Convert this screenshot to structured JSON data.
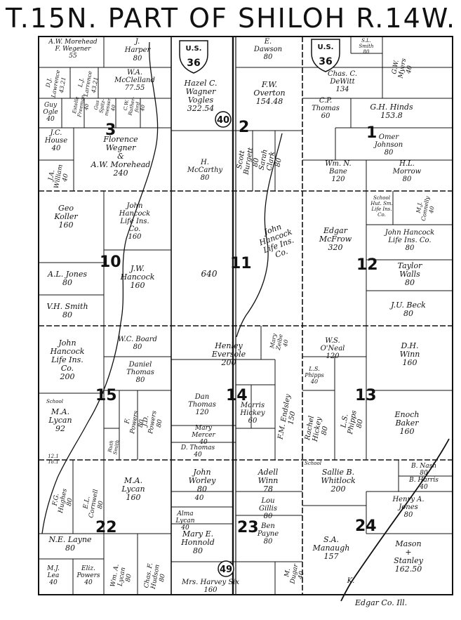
{
  "title": "T.15N. PART OF SHILOH R.14W.",
  "shields": {
    "us_route": "36",
    "us_label": "U.S."
  },
  "route_markers": [
    "40",
    "49"
  ],
  "sections": [
    "3",
    "2",
    "1",
    "10",
    "11",
    "12",
    "15",
    "14",
    "13",
    "22",
    "23",
    "24"
  ],
  "footer": "Edgar Co. Ill.",
  "owners": {
    "a": [
      "A.W. Morehead",
      "F. Wegener",
      "55"
    ],
    "b": [
      "J.",
      "Harper",
      "80"
    ],
    "c": [
      "D.J.",
      "Lawrence",
      "43.21"
    ],
    "d": [
      "L.J.",
      "Larrence",
      "43.21"
    ],
    "e": [
      "W.A.",
      "McClelland",
      "77.55"
    ],
    "f": [
      "Guy",
      "Ogle",
      "40"
    ],
    "g": [
      "Estelle",
      "Freeman",
      "40"
    ],
    "h": [
      "Gus",
      "Spitz-",
      "messer",
      "40"
    ],
    "i": [
      "C.W.",
      "Ruther-",
      "ford",
      "40"
    ],
    "j": [
      "J.C.",
      "House",
      "40"
    ],
    "k": [
      "J.A.",
      "William",
      "40"
    ],
    "l": [
      "Florence",
      "Wegner",
      "&",
      "A.W. Morehead",
      "240"
    ],
    "m": [
      "Hazel C.",
      "Wagner",
      "Vogles",
      "322.54"
    ],
    "n": [
      "E.",
      "Dawson",
      "80"
    ],
    "o": [
      "F.W.",
      "Overton",
      "154.48"
    ],
    "p": [
      "H.",
      "McCarthy",
      "80"
    ],
    "q": [
      "Scott",
      "Burgett",
      "80"
    ],
    "r": [
      "Sarah",
      "Clark",
      "80"
    ],
    "s": [
      "S.L.",
      "Smith",
      "80"
    ],
    "t": [
      "Chas. C.",
      "DeWitt",
      "134"
    ],
    "u": [
      "G.W.",
      "Myers",
      "40"
    ],
    "v": [
      "C.P.",
      "Thomas",
      "60"
    ],
    "w": [
      "G.H. Hinds",
      "153.8"
    ],
    "x": [
      "Omer",
      "Johnson",
      "80"
    ],
    "y": [
      "Wm. N.",
      "Bane",
      "120"
    ],
    "z": [
      "H.L.",
      "Morrow",
      "80"
    ],
    "aa": [
      "Geo",
      "Koller",
      "160"
    ],
    "ab": [
      "John",
      "Hancock",
      "Life Ins.",
      "Co.",
      "160"
    ],
    "ac": [
      "A.L. Jones",
      "80"
    ],
    "ad": [
      "J.W.",
      "Hancock",
      "160"
    ],
    "ae": [
      "V.H. Smith",
      "80"
    ],
    "af": [
      "640"
    ],
    "ag": [
      "John",
      "Hancock",
      "Life Ins.",
      "Co."
    ],
    "ah": [
      "Edgar",
      "McFrow",
      "320"
    ],
    "ai": [
      "School",
      "Hut. Sm.",
      "Life Ins.",
      "Co."
    ],
    "aj": [
      "M.J.",
      "Connelly",
      "40"
    ],
    "ak": [
      "John Hancock",
      "Life Ins. Co.",
      "80"
    ],
    "al": [
      "Taylor",
      "Walls",
      "80"
    ],
    "am": [
      "J.U. Beck",
      "80"
    ],
    "an": [
      "John",
      "Hancock",
      "Life Ins.",
      "Co.",
      "200"
    ],
    "ao": [
      "W.C. Board",
      "80"
    ],
    "ap": [
      "Daniel",
      "Thomas",
      "80"
    ],
    "aq": [
      "School"
    ],
    "ar": [
      "M.A.",
      "Lycan",
      "92"
    ],
    "as": [
      "Ruth",
      "Smith"
    ],
    "at": [
      "F.",
      "Powers",
      "80"
    ],
    "au": [
      "J.D.",
      "Powers",
      "80"
    ],
    "av": [
      "Henley",
      "Eversole",
      "200"
    ],
    "aw": [
      "Mary",
      "Zeibe",
      "40"
    ],
    "ax": [
      "Dan",
      "Thomas",
      "120"
    ],
    "ay": [
      "Morris",
      "Hickey",
      "60"
    ],
    "az": [
      "Mary",
      "Mercer",
      "40"
    ],
    "ba": [
      "D. Thomas",
      "40"
    ],
    "bb": [
      "F.M. Endsley",
      "150"
    ],
    "bc": [
      "W.S.",
      "O'Neal",
      "120"
    ],
    "bd": [
      "D.H.",
      "Winn",
      "160"
    ],
    "be": [
      "L.S.",
      "Phipps",
      "40"
    ],
    "bf": [
      "Rachel",
      "Hickey",
      "80"
    ],
    "bg": [
      "L.S.",
      "Phipps",
      "80"
    ],
    "bh": [
      "Enoch",
      "Baker",
      "160"
    ],
    "bi": [
      "12.1",
      "18.1"
    ],
    "bj": [
      "F.G.",
      "Hughes",
      "80"
    ],
    "bk": [
      "E.L.",
      "Cornwell",
      "80"
    ],
    "bl": [
      "M.A.",
      "Lycan",
      "160"
    ],
    "bm": [
      "N.E. Layne",
      "80"
    ],
    "bn": [
      "M.J.",
      "Lea",
      "40"
    ],
    "bo": [
      "Eliz.",
      "Powers",
      "40"
    ],
    "bp": [
      "Wm. A.",
      "Lycan",
      "80"
    ],
    "bq": [
      "Chas. F.",
      "Hudson",
      "80"
    ],
    "br": [
      "John",
      "Worley",
      "80"
    ],
    "bs": [
      "40"
    ],
    "bt": [
      "Alma",
      "Lycan",
      "40"
    ],
    "bu": [
      "Mary E.",
      "Honnold",
      "80"
    ],
    "bv": [
      "Mrs. Harvey Six",
      "160"
    ],
    "bw": [
      "Adell",
      "Winn",
      "78"
    ],
    "bx": [
      "Lou",
      "Gillis",
      "80"
    ],
    "by": [
      "Ben",
      "Payne",
      "80"
    ],
    "bz": [
      "M.",
      "Dugar",
      "40"
    ],
    "ca": [
      "School"
    ],
    "cb": [
      "Sallie B.",
      "Whitlock",
      "200"
    ],
    "cc": [
      "B. Nash",
      "80"
    ],
    "cd": [
      "B. Harris",
      "40"
    ],
    "ce": [
      "Henry A.",
      "Jones",
      "80"
    ],
    "cf": [
      "S.A.",
      "Manaugh",
      "157"
    ],
    "cg": [
      "Mason",
      "+",
      "Stanley",
      "162.50"
    ],
    "ch": [
      "K."
    ]
  }
}
